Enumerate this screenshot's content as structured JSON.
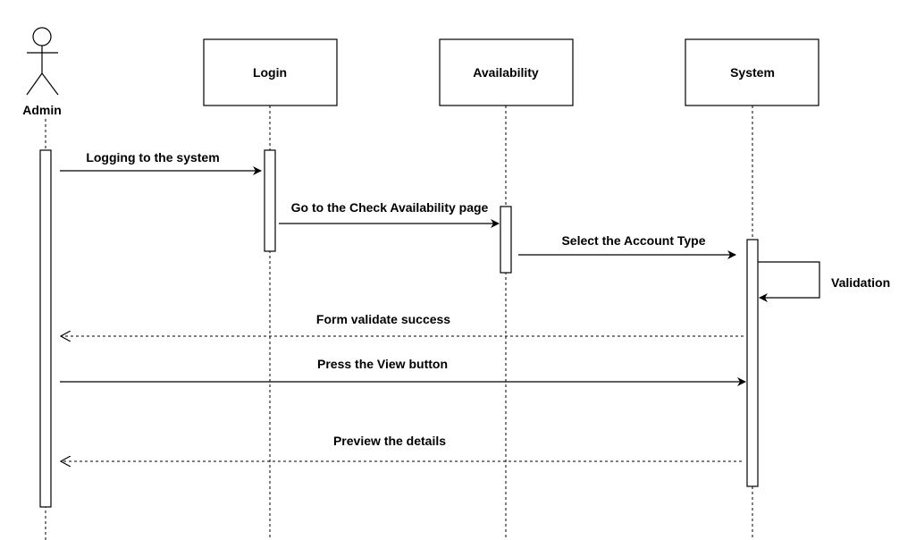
{
  "diagram": {
    "actor": {
      "label": "Admin"
    },
    "participants": [
      {
        "id": "login",
        "label": "Login"
      },
      {
        "id": "availability",
        "label": "Availability"
      },
      {
        "id": "system",
        "label": "System"
      }
    ],
    "messages": [
      {
        "label": "Logging to the system",
        "style": "solid"
      },
      {
        "label": "Go to the Check Availability page",
        "style": "solid"
      },
      {
        "label": "Select the Account Type",
        "style": "solid"
      },
      {
        "label": "Validation",
        "style": "self"
      },
      {
        "label": "Form validate success",
        "style": "dashed"
      },
      {
        "label": "Press the View button",
        "style": "solid"
      },
      {
        "label": "Preview the details",
        "style": "dashed"
      }
    ]
  }
}
